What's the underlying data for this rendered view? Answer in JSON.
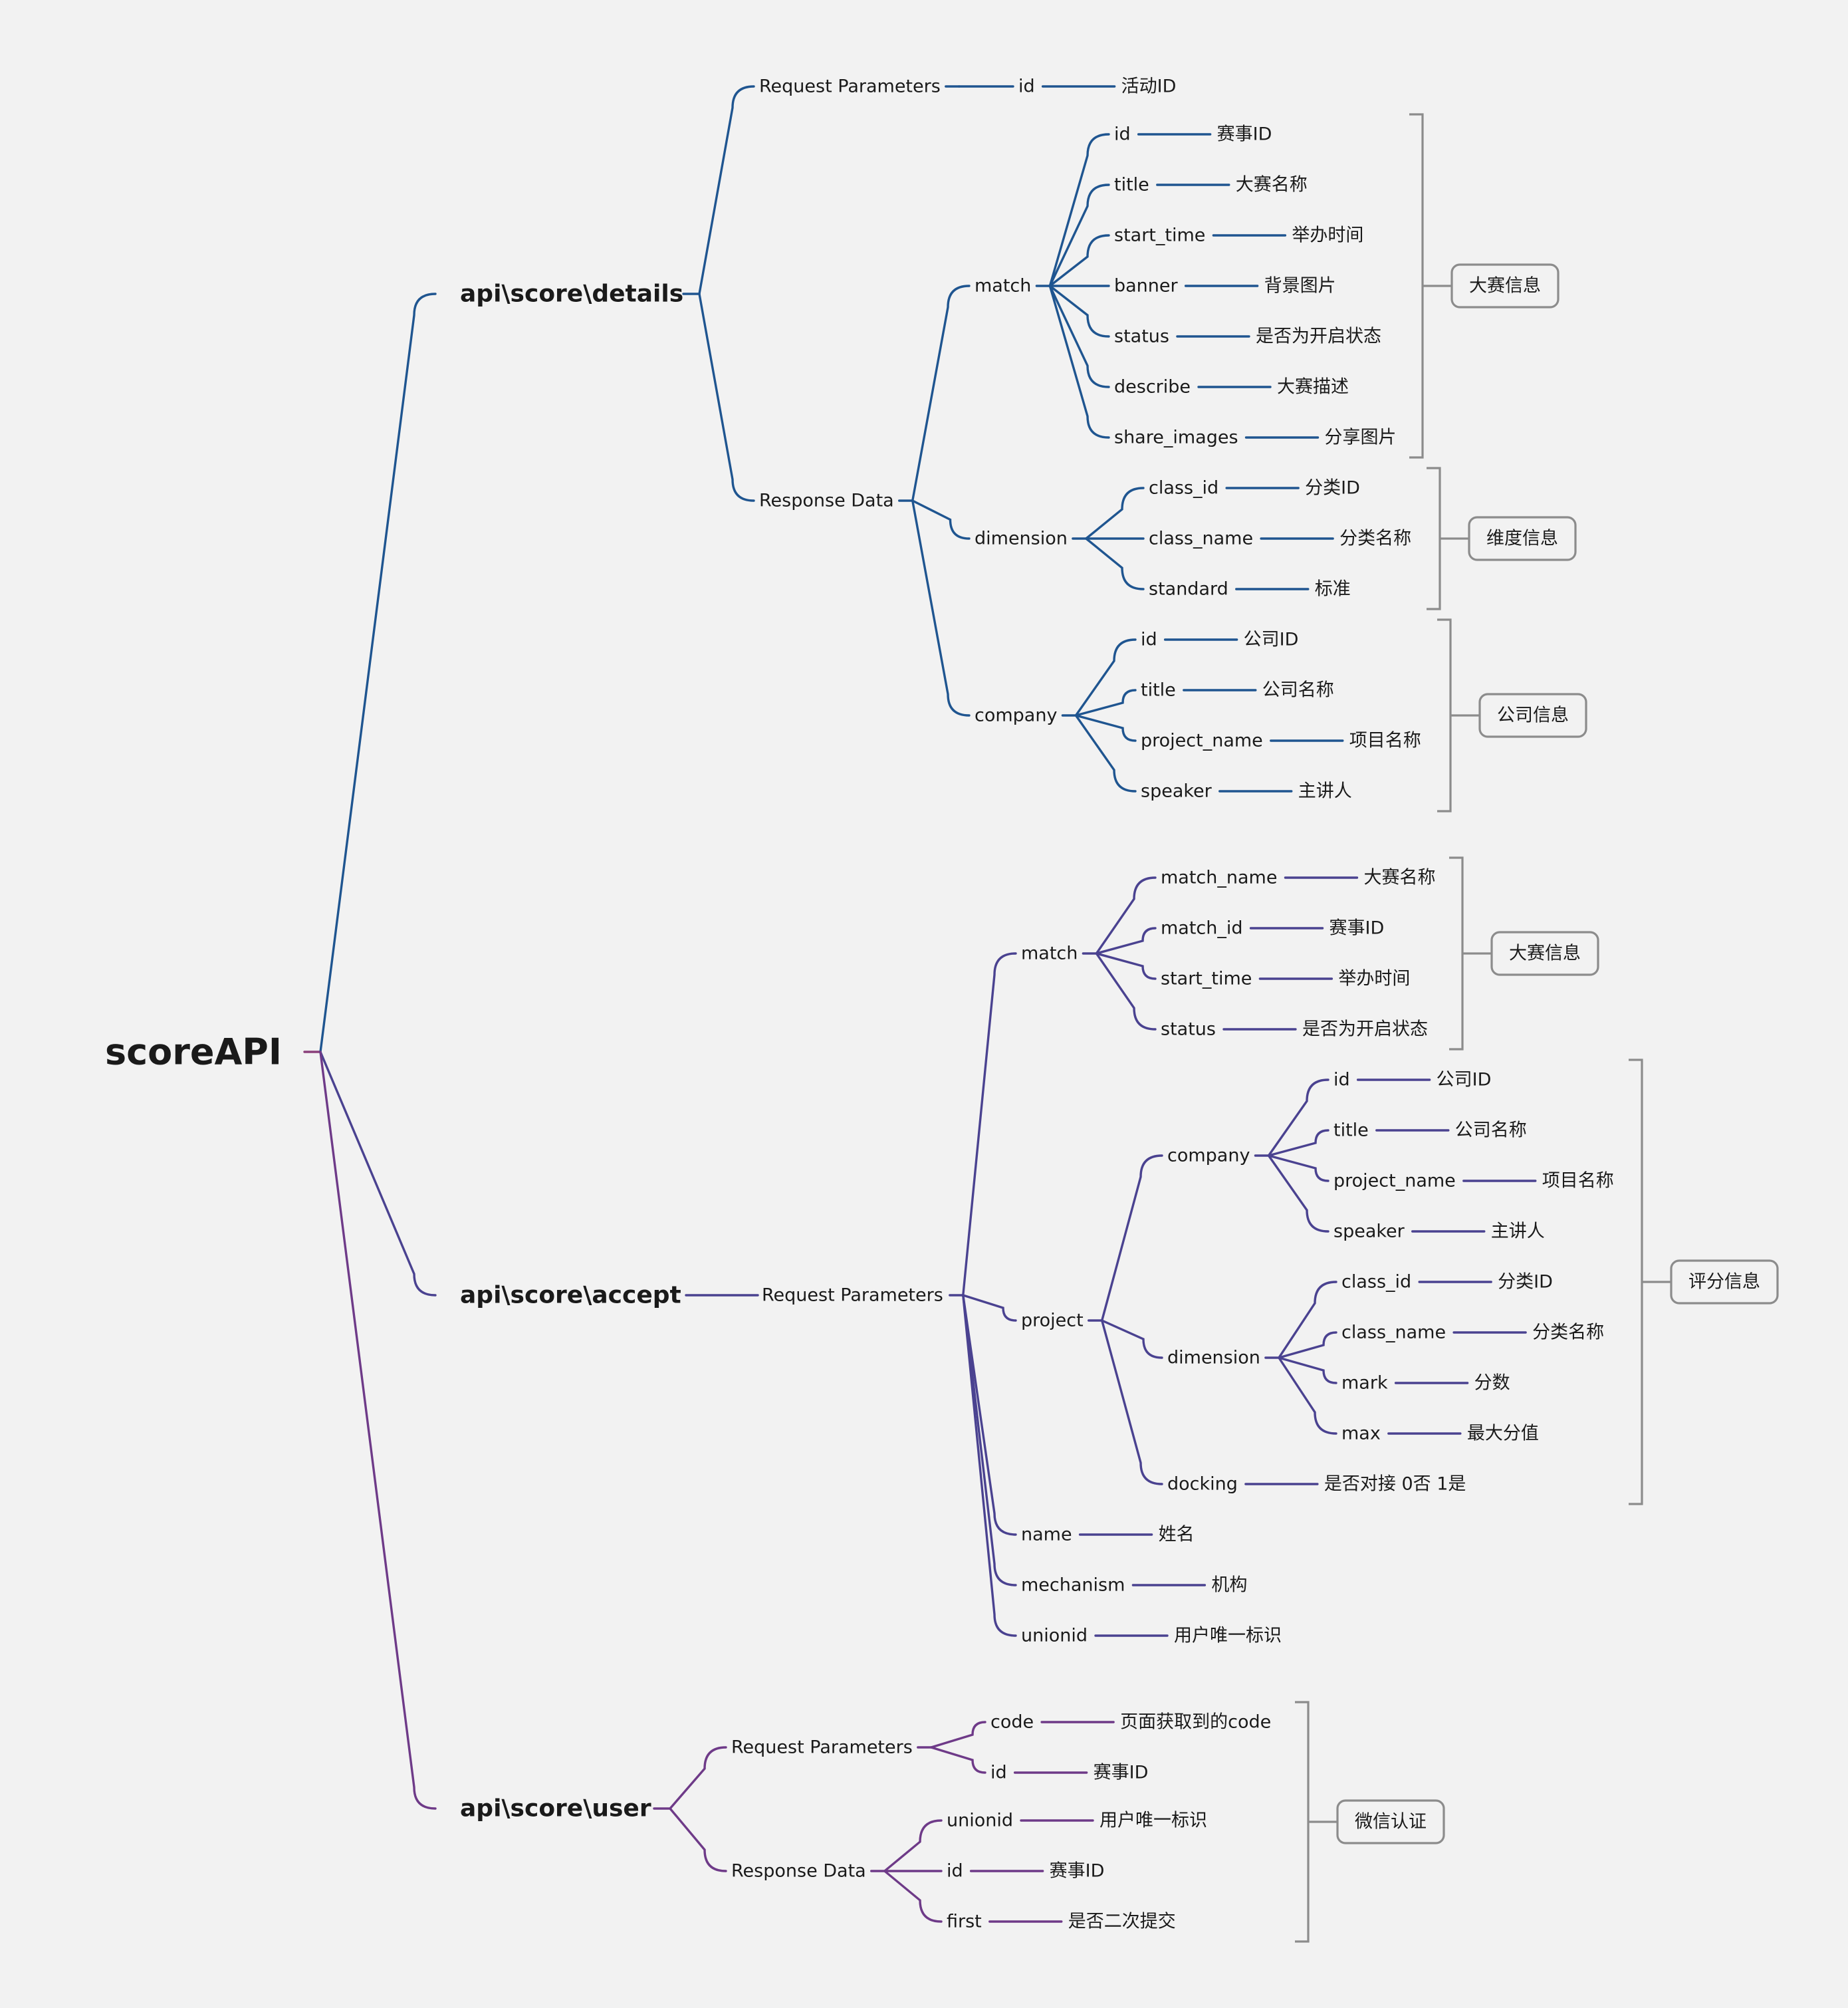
{
  "root": {
    "title": "scoreAPI",
    "color": "#8a3f7a",
    "branches": [
      {
        "title": "api\\score\\details",
        "color": "#1f5590",
        "children": [
          {
            "label": "Request Parameters",
            "children": [
              {
                "label": "id",
                "desc": "活动ID"
              }
            ]
          },
          {
            "label": "Response Data",
            "children": [
              {
                "label": "match",
                "children": [
                  {
                    "label": "id",
                    "desc": "赛事ID"
                  },
                  {
                    "label": "title",
                    "desc": "大赛名称"
                  },
                  {
                    "label": "start_time",
                    "desc": "举办时间"
                  },
                  {
                    "label": "banner",
                    "desc": "背景图片"
                  },
                  {
                    "label": "status",
                    "desc": "是否为开启状态"
                  },
                  {
                    "label": "describe",
                    "desc": "大赛描述"
                  },
                  {
                    "label": "share_images",
                    "desc": "分享图片"
                  }
                ]
              },
              {
                "label": "dimension",
                "children": [
                  {
                    "label": "class_id",
                    "desc": "分类ID"
                  },
                  {
                    "label": "class_name",
                    "desc": "分类名称"
                  },
                  {
                    "label": "standard",
                    "desc": "标准"
                  }
                ]
              },
              {
                "label": "company",
                "children": [
                  {
                    "label": "id",
                    "desc": "公司ID"
                  },
                  {
                    "label": "title",
                    "desc": "公司名称"
                  },
                  {
                    "label": "project_name",
                    "desc": "项目名称"
                  },
                  {
                    "label": "speaker",
                    "desc": "主讲人"
                  }
                ]
              }
            ]
          }
        ]
      },
      {
        "title": "api\\score\\accept",
        "color": "#4a4290",
        "children": [
          {
            "label": "Request Parameters",
            "children": [
              {
                "label": "match",
                "children": [
                  {
                    "label": "match_name",
                    "desc": "大赛名称"
                  },
                  {
                    "label": "match_id",
                    "desc": "赛事ID"
                  },
                  {
                    "label": "start_time",
                    "desc": "举办时间"
                  },
                  {
                    "label": "status",
                    "desc": "是否为开启状态"
                  }
                ]
              },
              {
                "label": "project",
                "children": [
                  {
                    "label": "company",
                    "children": [
                      {
                        "label": "id",
                        "desc": "公司ID"
                      },
                      {
                        "label": "title",
                        "desc": "公司名称"
                      },
                      {
                        "label": "project_name",
                        "desc": "项目名称"
                      },
                      {
                        "label": "speaker",
                        "desc": "主讲人"
                      }
                    ]
                  },
                  {
                    "label": "dimension",
                    "children": [
                      {
                        "label": "class_id",
                        "desc": "分类ID"
                      },
                      {
                        "label": "class_name",
                        "desc": "分类名称"
                      },
                      {
                        "label": "mark",
                        "desc": "分数"
                      },
                      {
                        "label": "max",
                        "desc": "最大分值"
                      }
                    ]
                  },
                  {
                    "label": "docking",
                    "desc": "是否对接 0否 1是"
                  }
                ]
              },
              {
                "label": "name",
                "desc": "姓名"
              },
              {
                "label": "mechanism",
                "desc": "机构"
              },
              {
                "label": "unionid",
                "desc": "用户唯一标识"
              }
            ]
          }
        ]
      },
      {
        "title": "api\\score\\user",
        "color": "#6e3a88",
        "children": [
          {
            "label": "Request Parameters",
            "children": [
              {
                "label": "code",
                "desc": "页面获取到的code"
              },
              {
                "label": "id",
                "desc": "赛事ID"
              }
            ]
          },
          {
            "label": "Response Data",
            "children": [
              {
                "label": "unionid",
                "desc": "用户唯一标识"
              },
              {
                "label": "id",
                "desc": "赛事ID"
              },
              {
                "label": "first",
                "desc": "是否二次提交"
              }
            ]
          }
        ]
      }
    ]
  },
  "summaries": [
    {
      "label": "大赛信息"
    },
    {
      "label": "维度信息"
    },
    {
      "label": "公司信息"
    },
    {
      "label": "大赛信息"
    },
    {
      "label": "评分信息"
    },
    {
      "label": "微信认证"
    }
  ]
}
